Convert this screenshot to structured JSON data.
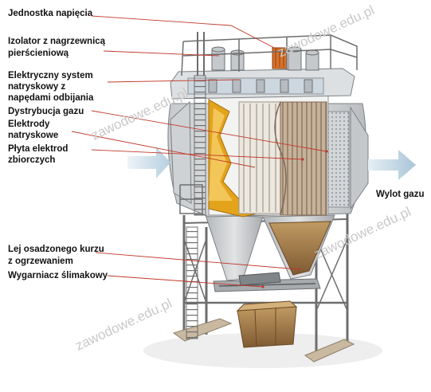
{
  "labels": {
    "voltage_unit": "Jednostka napięcia",
    "insulator_line1": "Izolator z nagrzewnicą",
    "insulator_line2": "pierścieniową",
    "rapping_line1": "Elektryczny system",
    "rapping_line2": "natryskowy z",
    "rapping_line3": "napędami odbijania",
    "gas_distribution": "Dystrybucja gazu",
    "spray_electrodes_line1": "Elektrody",
    "spray_electrodes_line2": "natryskowe",
    "collecting_line1": "Płyta elektrod",
    "collecting_line2": "zbiorczych",
    "gas_outlet": "Wylot gazu",
    "hopper_line1": "Lej osadzonego kurzu",
    "hopper_line2": "z ogrzewaniem",
    "screw_conveyor": "Wygarniacz ślimakowy"
  },
  "watermarks": [
    "zawodowe.edu.pl",
    "zawodowe.edu.pl",
    "zawodowe.edu.pl",
    "zawodowe.edu.pl"
  ],
  "colors": {
    "leader_line": "#c0392b",
    "arrow": "#a9c6d8",
    "frame": "#8a8a8a",
    "casing": "#d9dbdc",
    "insulation": "#e2a21a",
    "plates": "#b9a38a",
    "hopper_brown": "#9b7448"
  }
}
